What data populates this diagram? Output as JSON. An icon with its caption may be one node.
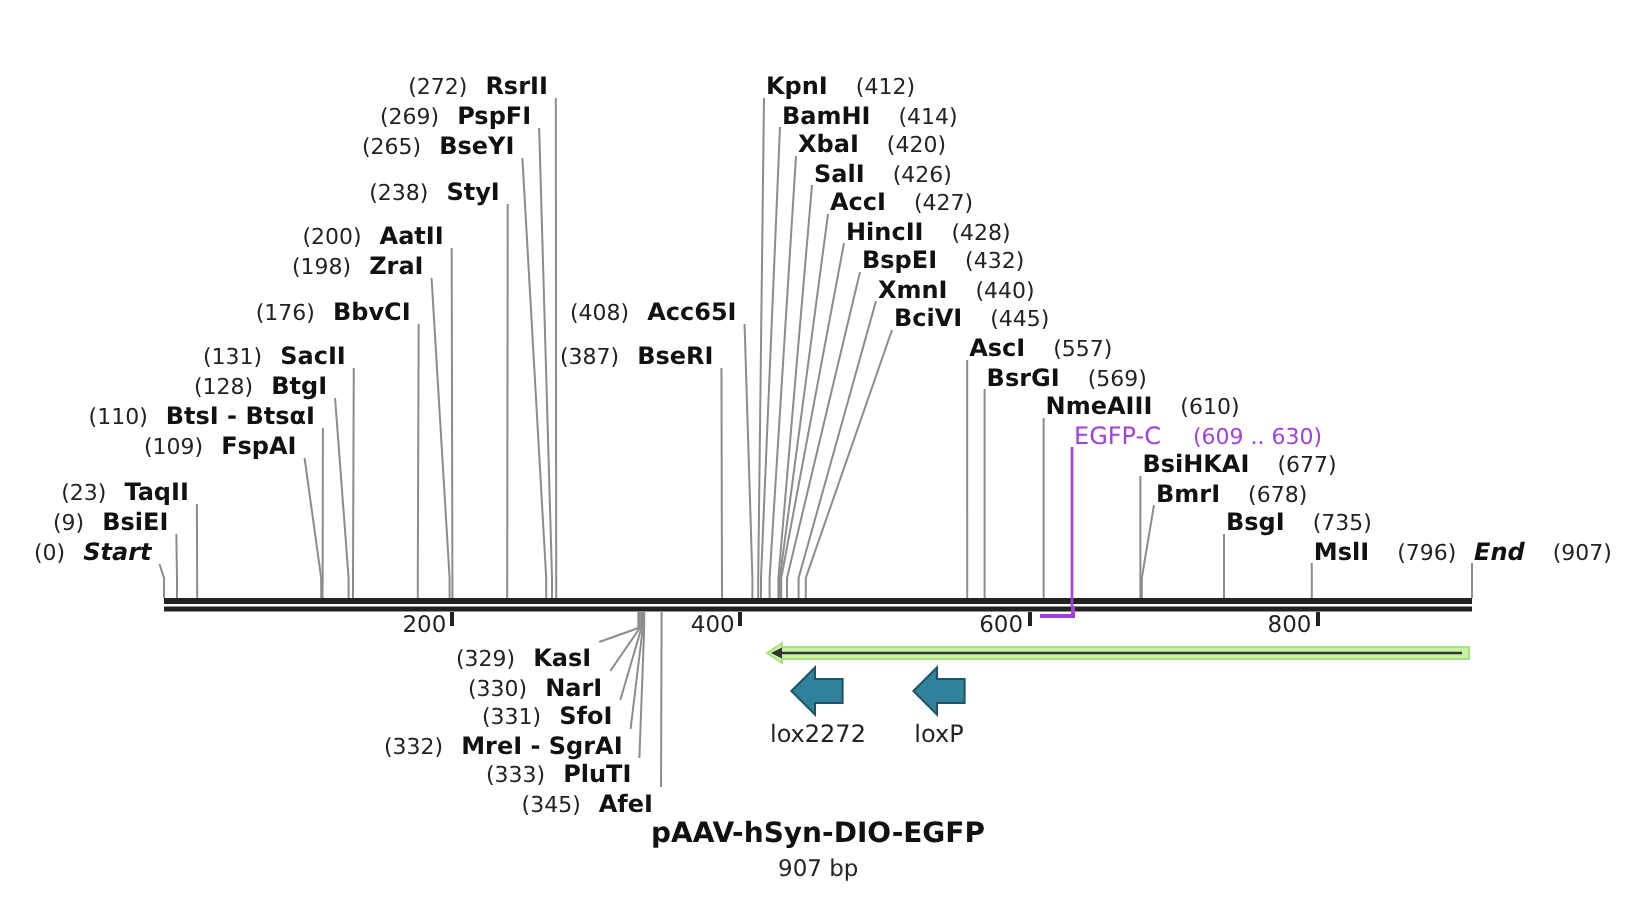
{
  "diagram": {
    "title": "pAAV-hSyn-DIO-EGFP",
    "caption": "907 bp",
    "nodes": [
      {
        "text": [
          "(272)",
          "RsrII"
        ]
      },
      {
        "text": [
          "(269)",
          "PspFI"
        ]
      },
      {
        "text": [
          "(265)",
          "BseYI"
        ]
      },
      {
        "text": [
          "(238)",
          "StyI"
        ]
      },
      {
        "text": [
          "(200)",
          "AatII"
        ]
      },
      {
        "text": [
          "(198)",
          "ZraI"
        ]
      },
      {
        "text": [
          "(176)",
          "BbvCI"
        ]
      },
      {
        "text": [
          "(131)",
          "SacII"
        ]
      },
      {
        "text": [
          "(128)",
          "BtgI"
        ]
      },
      {
        "text": [
          "(110)",
          "BtsI - BtsαI"
        ]
      },
      {
        "text": [
          "(109)",
          "FspAI"
        ]
      },
      {
        "text": [
          "(23)",
          "TaqII"
        ]
      },
      {
        "text": [
          "(9)",
          "BsiEI"
        ]
      },
      {
        "text": [
          "(0)",
          "Start"
        ]
      },
      {
        "text": [
          "(408)",
          "Acc65I"
        ]
      },
      {
        "text": [
          "(387)",
          "BseRI"
        ]
      },
      {
        "text": [
          "(345)",
          "AfeI"
        ]
      },
      {
        "text": [
          "(333)",
          "PluTI"
        ]
      },
      {
        "text": [
          "(332)",
          "MreI - SgrAI"
        ]
      },
      {
        "text": [
          "(331)",
          "SfoI"
        ]
      },
      {
        "text": [
          "(330)",
          "NarI"
        ]
      },
      {
        "text": [
          "(329)",
          "KasI"
        ]
      },
      {
        "text": [
          "KpnI",
          "(412)"
        ]
      },
      {
        "text": [
          "BamHI",
          "(414)"
        ]
      },
      {
        "text": [
          "XbaI",
          "(420)"
        ]
      },
      {
        "text": [
          "SalI",
          "(426)"
        ]
      },
      {
        "text": [
          "AccI",
          "(427)"
        ]
      },
      {
        "text": [
          "HincII",
          "(428)"
        ]
      },
      {
        "text": [
          "BspEI",
          "(432)"
        ]
      },
      {
        "text": [
          "XmnI",
          "(440)"
        ]
      },
      {
        "text": [
          "BciVI",
          "(445)"
        ]
      },
      {
        "text": [
          "AscI",
          "(557)"
        ]
      },
      {
        "text": [
          "BsrGI",
          "(569)"
        ]
      },
      {
        "text": [
          "NmeAIII",
          "(610)"
        ]
      },
      {
        "text": [
          "EGFP-C",
          "(609 .. 630)"
        ]
      },
      {
        "text": [
          "BsiHKAI",
          "(677)"
        ]
      },
      {
        "text": [
          "BmrI",
          "(678)"
        ]
      },
      {
        "text": [
          "BsgI",
          "(735)"
        ]
      },
      {
        "text": [
          "MslI",
          "(796)"
        ]
      },
      {
        "text": [
          "End",
          "(907)"
        ]
      },
      {
        "text": [],
        "shape": "bar"
      },
      {
        "text": [],
        "shape": "bar"
      },
      {
        "text": [],
        "shape": "arrow"
      },
      {
        "text": [
          "lox2272"
        ]
      },
      {
        "text": [
          "loxP"
        ]
      }
    ],
    "edges": [
      {
        "from": 0,
        "to": 40,
        "arrow": "none"
      },
      {
        "from": 1,
        "to": 40,
        "arrow": "none"
      },
      {
        "from": 2,
        "to": 40,
        "arrow": "none"
      },
      {
        "from": 3,
        "to": 40,
        "arrow": "none"
      },
      {
        "from": 4,
        "to": 40,
        "arrow": "none"
      },
      {
        "from": 5,
        "to": 40,
        "arrow": "none"
      },
      {
        "from": 6,
        "to": 40,
        "arrow": "none"
      },
      {
        "from": 7,
        "to": 40,
        "arrow": "none"
      },
      {
        "from": 8,
        "to": 40,
        "arrow": "none"
      },
      {
        "from": 9,
        "to": 40,
        "arrow": "none"
      },
      {
        "from": 10,
        "to": 40,
        "arrow": "none"
      },
      {
        "from": 11,
        "to": 40,
        "arrow": "none"
      },
      {
        "from": 12,
        "to": 40,
        "arrow": "none"
      },
      {
        "from": 13,
        "to": 40,
        "arrow": "none"
      },
      {
        "from": 14,
        "to": 40,
        "arrow": "none"
      },
      {
        "from": 15,
        "to": 40,
        "arrow": "none"
      },
      {
        "from": 16,
        "to": 40,
        "arrow": "none"
      },
      {
        "from": 17,
        "to": 40,
        "arrow": "none"
      },
      {
        "from": 18,
        "to": 40,
        "arrow": "none"
      },
      {
        "from": 19,
        "to": 40,
        "arrow": "none"
      },
      {
        "from": 20,
        "to": 40,
        "arrow": "none"
      },
      {
        "from": 21,
        "to": 40,
        "arrow": "none"
      },
      {
        "from": 22,
        "to": 40,
        "arrow": "none"
      },
      {
        "from": 23,
        "to": 40,
        "arrow": "none"
      },
      {
        "from": 24,
        "to": 40,
        "arrow": "none"
      },
      {
        "from": 25,
        "to": 40,
        "arrow": "none"
      },
      {
        "from": 26,
        "to": 40,
        "arrow": "none"
      },
      {
        "from": 27,
        "to": 40,
        "arrow": "none"
      },
      {
        "from": 28,
        "to": 40,
        "arrow": "none"
      },
      {
        "from": 29,
        "to": 40,
        "arrow": "none"
      },
      {
        "from": 30,
        "to": 40,
        "arrow": "none"
      },
      {
        "from": 31,
        "to": 40,
        "arrow": "none"
      },
      {
        "from": 32,
        "to": 40,
        "arrow": "none"
      },
      {
        "from": 33,
        "to": 40,
        "arrow": "none"
      },
      {
        "from": 34,
        "to": 41,
        "arrow": "none",
        "color": "#a040e0"
      },
      {
        "from": 35,
        "to": 40,
        "arrow": "none"
      },
      {
        "from": 36,
        "to": 40,
        "arrow": "none"
      },
      {
        "from": 37,
        "to": 40,
        "arrow": "none"
      },
      {
        "from": 38,
        "to": 40,
        "arrow": "none"
      },
      {
        "from": 39,
        "to": 40,
        "arrow": "none"
      }
    ],
    "labels": [
      "200",
      "400",
      "600",
      "800"
    ]
  }
}
